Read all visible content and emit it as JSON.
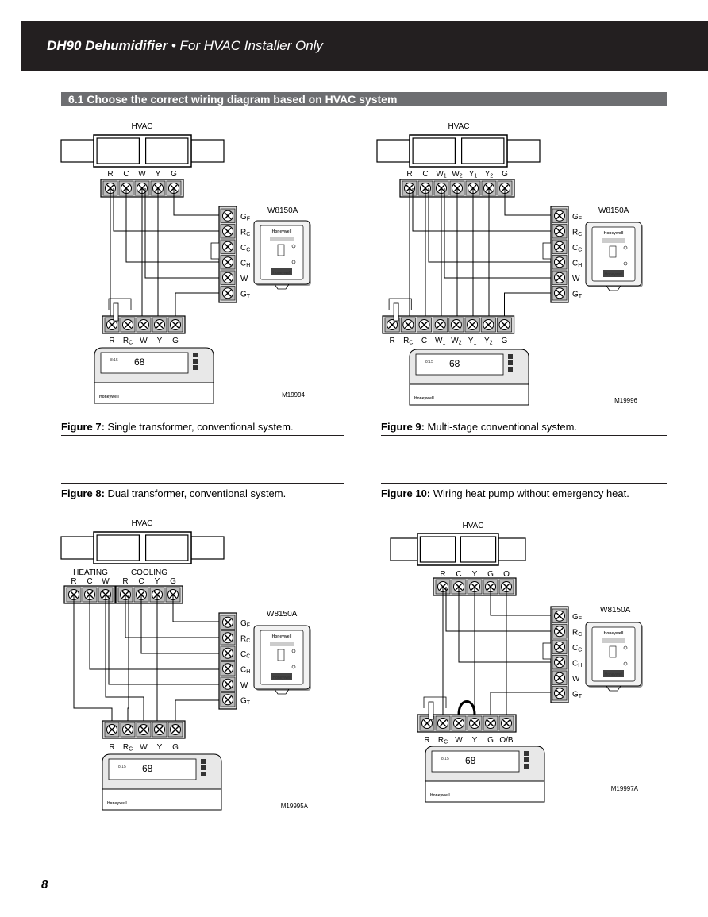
{
  "header": {
    "title_bold": "DH90 Dehumidifier",
    "title_rest": " • For HVAC Installer Only",
    "background": "#231f20"
  },
  "section": {
    "title": "6.1 Choose the correct wiring diagram based on HVAC system",
    "background": "#6d6e71"
  },
  "figures": {
    "fig7": {
      "caption_label": "Figure 7:",
      "caption_text": " Single transformer, conventional system.",
      "hvac_label": "HVAC",
      "hvac_terminals": [
        "R",
        "C",
        "W",
        "Y",
        "G"
      ],
      "thermostat_terminals": [
        "R",
        "RC",
        "W",
        "Y",
        "G"
      ],
      "ventilation_control": "W8150A",
      "figure_id": "M19994"
    },
    "fig8": {
      "caption_label": "Figure 8:",
      "caption_text": " Dual transformer, conventional system.",
      "hvac_label": "HVAC",
      "heating_label": "HEATING",
      "cooling_label": "COOLING",
      "heating_terminals": [
        "R",
        "C",
        "W"
      ],
      "cooling_terminals": [
        "R",
        "C",
        "Y",
        "G"
      ],
      "thermostat_terminals": [
        "R",
        "RC",
        "W",
        "Y",
        "G"
      ],
      "ventilation_control": "W8150A",
      "figure_id": "M19995A"
    },
    "fig9": {
      "caption_label": "Figure 9:",
      "caption_text": " Multi-stage conventional system.",
      "hvac_label": "HVAC",
      "hvac_terminals": [
        "R",
        "C",
        "W1",
        "W2",
        "Y1",
        "Y2",
        "G"
      ],
      "thermostat_terminals": [
        "R",
        "RC",
        "C",
        "W1",
        "W2",
        "Y1",
        "Y2",
        "G"
      ],
      "ventilation_control": "W8150A",
      "figure_id": "M19996"
    },
    "fig10": {
      "caption_label": "Figure 10:",
      "caption_text": " Wiring heat pump without emergency heat.",
      "hvac_label": "HVAC",
      "hvac_terminals": [
        "R",
        "C",
        "Y",
        "G",
        "O"
      ],
      "thermostat_terminals": [
        "R",
        "RC",
        "W",
        "Y",
        "G",
        "O/B"
      ],
      "ventilation_control": "W8150A",
      "figure_id": "M19997A"
    }
  },
  "control_terminals": [
    "GF",
    "RC",
    "CC",
    "CH",
    "W",
    "GT"
  ],
  "device_brand": "Honeywell",
  "thermostat_display": {
    "time": "8:15",
    "temp": "68"
  },
  "page_number": "8"
}
